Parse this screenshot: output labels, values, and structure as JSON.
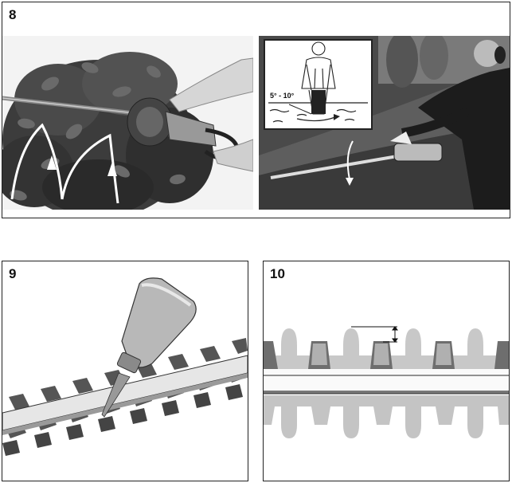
{
  "panels": [
    {
      "number": "8"
    },
    {
      "number": "9"
    },
    {
      "number": "10"
    }
  ],
  "inset": {
    "angle_label": "5° - 10°"
  }
}
